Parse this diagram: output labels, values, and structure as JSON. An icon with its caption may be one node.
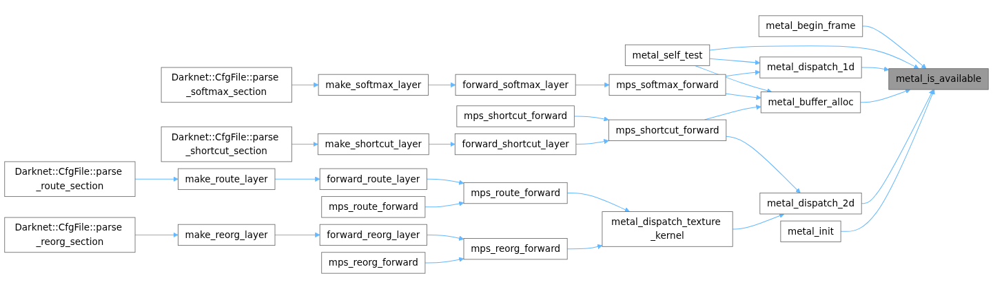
{
  "diagram": {
    "nodes": [
      {
        "text": [
          "metal_is_available"
        ]
      },
      {
        "text": [
          "metal_begin_frame"
        ]
      },
      {
        "text": [
          "metal_self_test"
        ]
      },
      {
        "text": [
          "metal_dispatch_1d"
        ]
      },
      {
        "text": [
          "metal_buffer_alloc"
        ]
      },
      {
        "text": [
          "metal_dispatch_2d"
        ]
      },
      {
        "text": [
          "metal_init"
        ]
      },
      {
        "text": [
          "mps_softmax_forward"
        ]
      },
      {
        "text": [
          "mps_shortcut_forward"
        ]
      },
      {
        "text": [
          "metal_dispatch_texture _kernel"
        ]
      },
      {
        "text": [
          "forward_softmax_layer"
        ]
      },
      {
        "text": [
          "mps_shortcut_forward"
        ]
      },
      {
        "text": [
          "forward_shortcut_layer"
        ]
      },
      {
        "text": [
          "mps_route_forward"
        ]
      },
      {
        "text": [
          "mps_reorg_forward"
        ]
      },
      {
        "text": [
          "make_softmax_layer"
        ]
      },
      {
        "text": [
          "make_shortcut_layer"
        ]
      },
      {
        "text": [
          "forward_route_layer"
        ]
      },
      {
        "text": [
          "mps_route_forward"
        ]
      },
      {
        "text": [
          "forward_reorg_layer"
        ]
      },
      {
        "text": [
          "mps_reorg_forward"
        ]
      },
      {
        "text": [
          "Darknet::CfgFile::parse _softmax_section"
        ]
      },
      {
        "text": [
          "Darknet::CfgFile::parse _shortcut_section"
        ]
      },
      {
        "text": [
          "make_route_layer"
        ]
      },
      {
        "text": [
          "make_reorg_layer"
        ]
      },
      {
        "text": [
          "Darknet::CfgFile::parse _route_section"
        ]
      },
      {
        "text": [
          "Darknet::CfgFile::parse _reorg_section"
        ]
      }
    ],
    "edges": [
      {
        "from": 1,
        "to": 0,
        "arrow": "to"
      },
      {
        "from": 2,
        "to": 0,
        "arrow": "to"
      },
      {
        "from": 3,
        "to": 0,
        "arrow": "to"
      },
      {
        "from": 4,
        "to": 0,
        "arrow": "to"
      },
      {
        "from": 5,
        "to": 0,
        "arrow": "to"
      },
      {
        "from": 6,
        "to": 0,
        "arrow": "to"
      },
      {
        "from": 2,
        "to": 3,
        "arrow": "to"
      },
      {
        "from": 2,
        "to": 4,
        "arrow": "to"
      },
      {
        "from": 7,
        "to": 3,
        "arrow": "to"
      },
      {
        "from": 7,
        "to": 4,
        "arrow": "to"
      },
      {
        "from": 8,
        "to": 4,
        "arrow": "to"
      },
      {
        "from": 8,
        "to": 5,
        "arrow": "to"
      },
      {
        "from": 9,
        "to": 5,
        "arrow": "to"
      },
      {
        "from": 10,
        "to": 7,
        "arrow": "to"
      },
      {
        "from": 11,
        "to": 8,
        "arrow": "to"
      },
      {
        "from": 12,
        "to": 8,
        "arrow": "to"
      },
      {
        "from": 13,
        "to": 9,
        "arrow": "to"
      },
      {
        "from": 14,
        "to": 9,
        "arrow": "to"
      },
      {
        "from": 15,
        "to": 10,
        "arrow": "to"
      },
      {
        "from": 16,
        "to": 12,
        "arrow": "to"
      },
      {
        "from": 17,
        "to": 13,
        "arrow": "to"
      },
      {
        "from": 18,
        "to": 13,
        "arrow": "to"
      },
      {
        "from": 19,
        "to": 14,
        "arrow": "to"
      },
      {
        "from": 20,
        "to": 14,
        "arrow": "to"
      },
      {
        "from": 21,
        "to": 15,
        "arrow": "to"
      },
      {
        "from": 22,
        "to": 16,
        "arrow": "to"
      },
      {
        "from": 25,
        "to": 23,
        "arrow": "to"
      },
      {
        "from": 23,
        "to": 17,
        "arrow": "to"
      },
      {
        "from": 26,
        "to": 24,
        "arrow": "to"
      },
      {
        "from": 24,
        "to": 19,
        "arrow": "to"
      }
    ]
  }
}
